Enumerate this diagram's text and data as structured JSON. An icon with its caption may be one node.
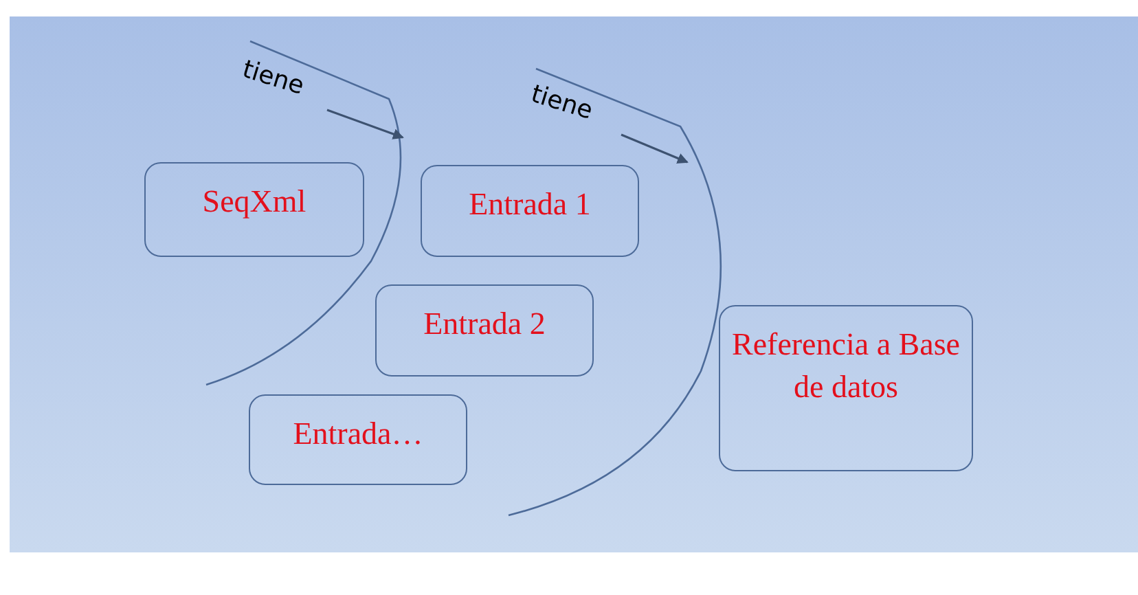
{
  "diagram": {
    "nodes": [
      {
        "text": [
          "SeqXml"
        ]
      },
      {
        "text": [
          "Entrada 1"
        ]
      },
      {
        "text": [
          "Entrada 2"
        ]
      },
      {
        "text": [
          "Entrada…"
        ]
      },
      {
        "text": [
          "Referencia a Base de datos"
        ]
      }
    ],
    "labels": [
      "tiene",
      "tiene"
    ]
  }
}
